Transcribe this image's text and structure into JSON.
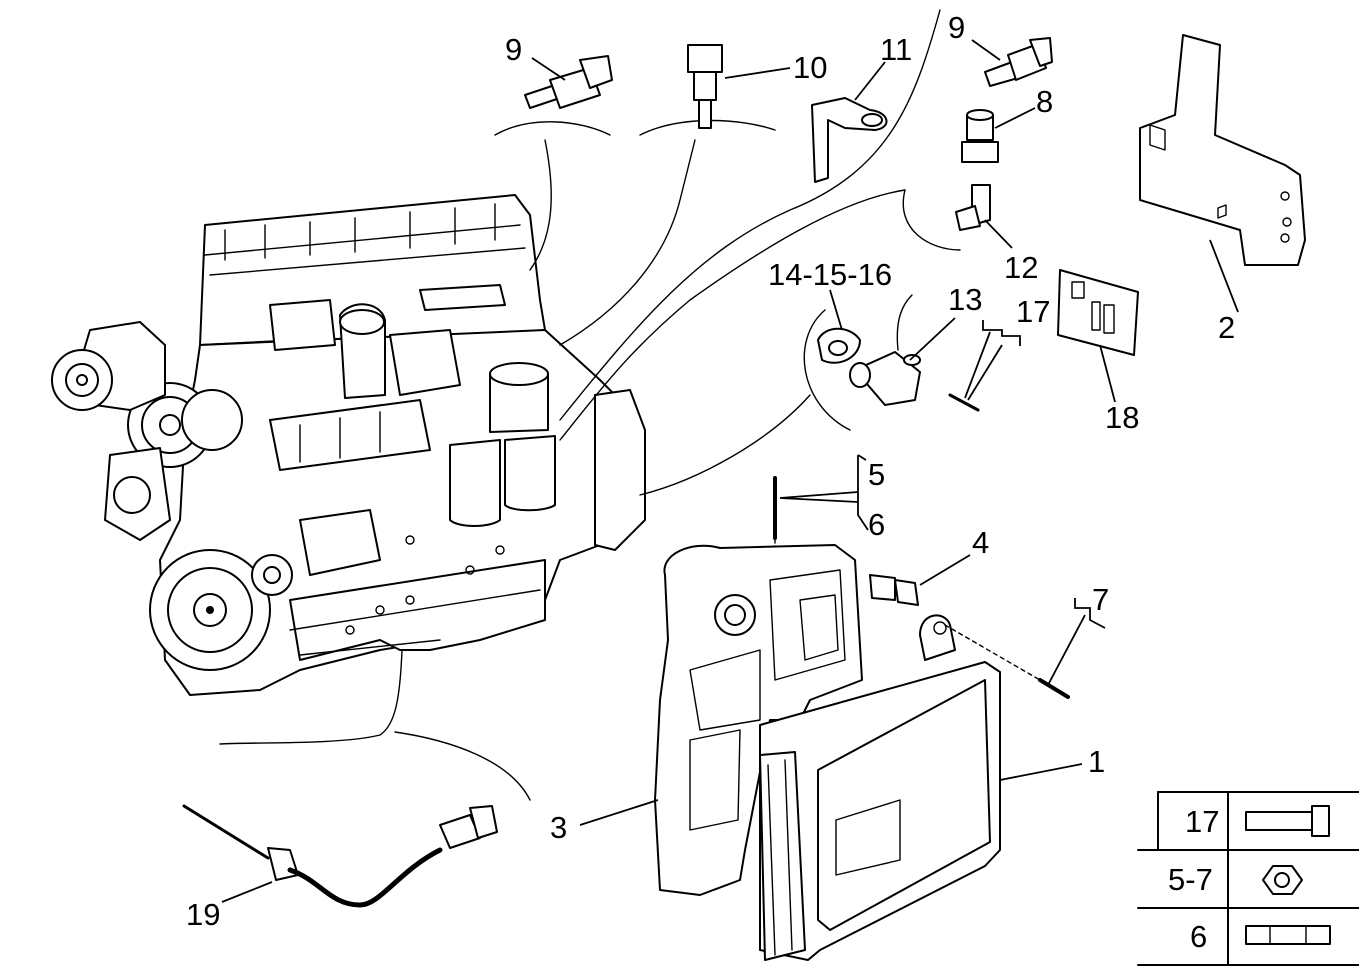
{
  "callouts": {
    "c1": "1",
    "c2": "2",
    "c3": "3",
    "c4": "4",
    "c5": "5",
    "c6": "6",
    "c7": "7",
    "c8": "8",
    "c9a": "9",
    "c9b": "9",
    "c10": "10",
    "c11": "11",
    "c12": "12",
    "c13": "13",
    "c14_16": "14-15-16",
    "c17": "17",
    "c18": "18",
    "c19": "19"
  },
  "legend": {
    "rows": [
      {
        "label": "17",
        "icon": "bolt-icon"
      },
      {
        "label": "5-7",
        "icon": "nut-icon"
      },
      {
        "label": "6",
        "icon": "stud-icon"
      }
    ]
  }
}
